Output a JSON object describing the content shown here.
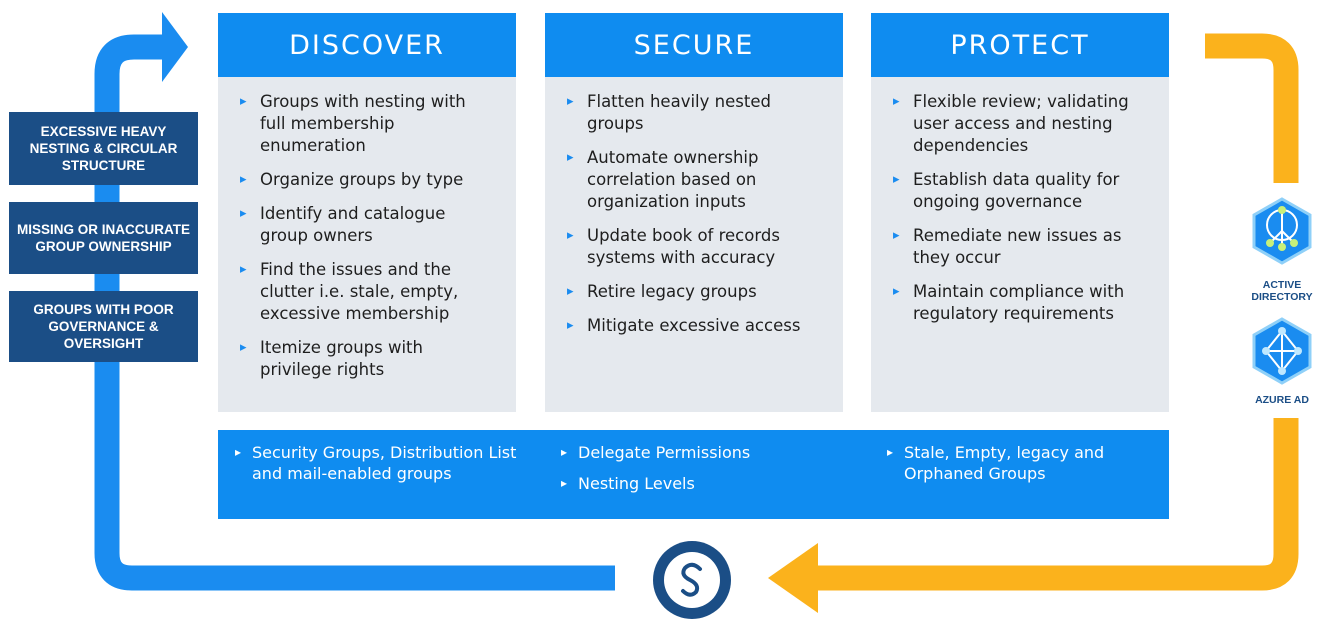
{
  "issues": [
    "EXCESSIVE HEAVY NESTING & CIRCULAR STRUCTURE",
    "MISSING OR INACCURATE GROUP OWNERSHIP",
    "GROUPS WITH POOR GOVERNANCE & OVERSIGHT"
  ],
  "columns": [
    {
      "title": "DISCOVER",
      "items": [
        "Groups with nesting with full membership enumeration",
        "Organize groups by type",
        "Identify and catalogue group owners",
        "Find the issues and the clutter i.e. stale, empty, excessive membership",
        "Itemize groups with privilege rights"
      ]
    },
    {
      "title": "SECURE",
      "items": [
        "Flatten heavily nested groups",
        "Automate ownership correlation based on organization inputs",
        "Update book of records systems with accuracy",
        "Retire legacy groups",
        "Mitigate excessive access"
      ]
    },
    {
      "title": "PROTECT",
      "items": [
        "Flexible review; validating user access and nesting dependencies",
        "Establish data quality for ongoing governance",
        "Remediate new issues as they occur",
        "Maintain compliance with regulatory requirements"
      ]
    }
  ],
  "bottom_bar": [
    [
      "Security Groups, Distribution List and mail-enabled groups"
    ],
    [
      "Delegate Permissions",
      "Nesting Levels"
    ],
    [
      "Stale, Empty, legacy and Orphaned  Groups"
    ]
  ],
  "directories": {
    "active_directory": "ACTIVE DIRECTORY",
    "azure_ad": "AZURE AD"
  },
  "logo_icon": "s-logo-icon",
  "colors": {
    "blue": "#0f8cf0",
    "navy": "#1b4e86",
    "orange": "#fbb21c",
    "panel": "#e5e9ee"
  }
}
